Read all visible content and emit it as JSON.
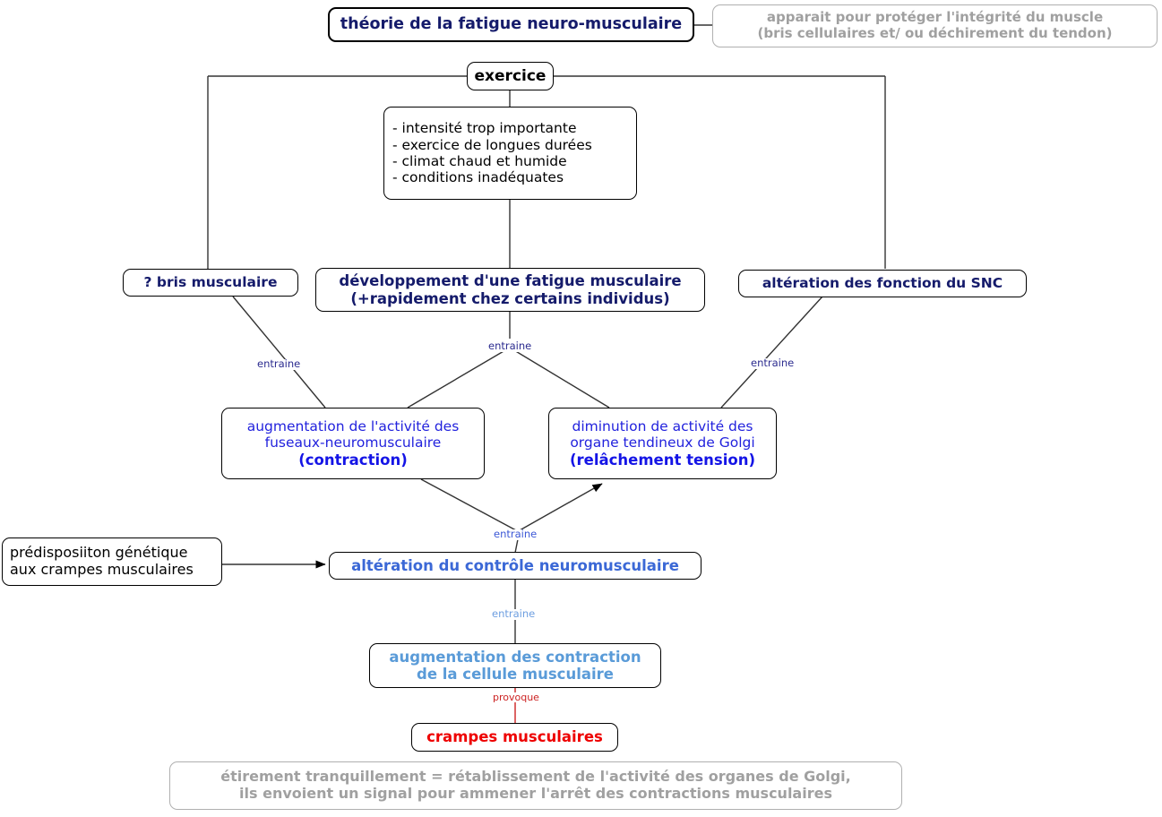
{
  "diagram": {
    "title": "théorie de la fatigue neuro-musculaire",
    "type": "concept-map",
    "language": "fr"
  },
  "nodes": {
    "theorie": {
      "label": "théorie de la fatigue neuro-musculaire",
      "color": "#151b6b",
      "accent": "#0000cc"
    },
    "apparait": {
      "line1": "apparait pour protéger l'intégrité du muscle",
      "line2": "(bris cellulaires et/ ou déchirement du tendon)",
      "color": "#a0a0a0"
    },
    "exercice": {
      "label": "exercice",
      "color": "#000000"
    },
    "conditions": {
      "line1": "- intensité trop importante",
      "line2": "- exercice de longues durées",
      "line3": "- climat chaud et humide",
      "line4": "- conditions inadéquates",
      "color": "#000000"
    },
    "bris": {
      "label": "? bris musculaire",
      "color": "#151b6b"
    },
    "fatigue": {
      "line1": "développement d'une fatigue musculaire",
      "line2": "(+rapidement chez certains individus)",
      "color": "#151b6b"
    },
    "snc": {
      "label": "altération des fonction du SNC",
      "color": "#151b6b"
    },
    "fuseaux": {
      "line1": "augmentation de l'activité des",
      "line2": "fuseaux-neuromusculaire",
      "line3": "(contraction)",
      "color": "#2222dd"
    },
    "golgi": {
      "line1": "diminution de activité des",
      "line2": "organe tendineux de Golgi",
      "line3": "(relâchement tension)",
      "color": "#2222dd"
    },
    "predisposition": {
      "line1": "prédisposiiton génétique",
      "line2": "aux crampes musculaires",
      "color": "#000000"
    },
    "alteration": {
      "label": "altération du contrôle neuromusculaire",
      "color": "#3b68d6"
    },
    "augmentation": {
      "line1": "augmentation des contraction",
      "line2": "de la cellule musculaire",
      "color": "#5a9bd8"
    },
    "crampes": {
      "label": "crampes musculaires",
      "color": "#ee0000"
    },
    "etirement": {
      "line1": "étirement tranquillement = rétablissement de l'activité des organes de Golgi,",
      "line2": "ils envoient un signal pour ammener l'arrêt des contractions musculaires",
      "color": "#a0a0a0"
    }
  },
  "edge_labels": {
    "bris_to_fuseaux": "entraine",
    "fatigue_split": "entraine",
    "snc_to_golgi": "entraine",
    "to_alteration": "entraine",
    "to_augmentation": "entraine",
    "to_crampes": "provoque"
  }
}
